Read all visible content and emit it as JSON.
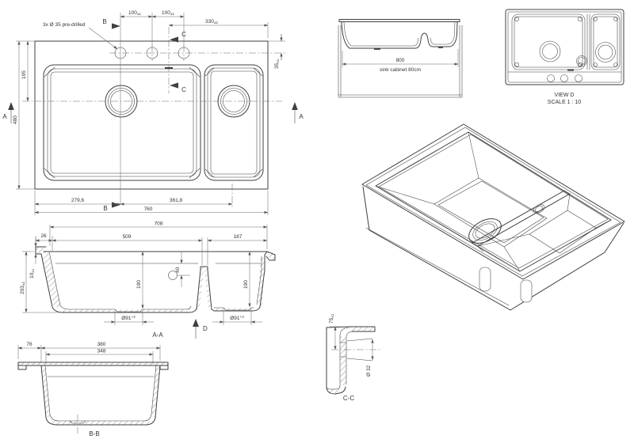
{
  "drawing": {
    "plan": {
      "note": "3x Ø 35 pre-drilled",
      "d100a": "100",
      "d100a_tol": "±1",
      "d100b": "100",
      "d100b_tol": "±1",
      "d330": "330",
      "d330_tol": "±2",
      "d35": "35",
      "d35_tol": "±1",
      "d195": "195",
      "d480": "480",
      "d279": "279,6",
      "d361": "361,8",
      "d760": "760",
      "mA": "A",
      "mB": "B",
      "mC": "C"
    },
    "front": {
      "d800": "800",
      "caption": "sink cabinet 80cm"
    },
    "viewd": {
      "name": "VIEW D",
      "scale": "SCALE 1 : 10"
    },
    "aa": {
      "d708": "708",
      "d26": "26",
      "d509": "509",
      "d187": "187",
      "d40": "40",
      "d10": "10",
      "d10_tol": "±1",
      "d203": "203",
      "d203_tol": "±2",
      "d190a": "190",
      "d190b": "190",
      "d91": "Ø91",
      "d91_tol": "+2",
      "label": "A-A",
      "mD": "D"
    },
    "bb": {
      "d76": "76",
      "d380": "380",
      "d348": "348",
      "label": "B-B"
    },
    "cc": {
      "d75": "75",
      "d75_tol": "±1",
      "d32": "Ø 32",
      "label": "C-C"
    }
  },
  "colors": {
    "line": "#3f3f3f",
    "dim": "#6f6f6f",
    "text": "#333333",
    "background": "#ffffff"
  }
}
